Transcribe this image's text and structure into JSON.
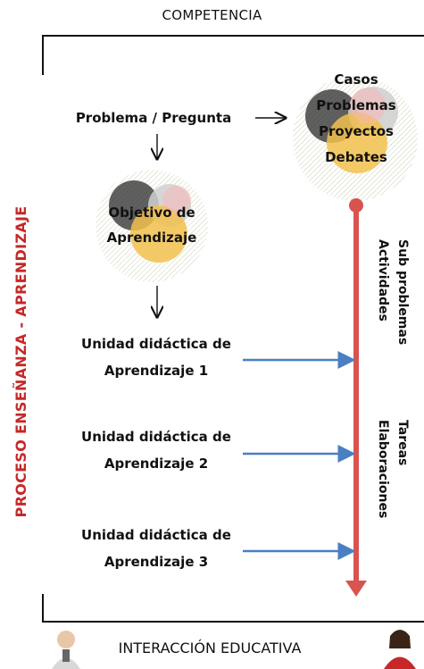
{
  "diagram": {
    "top_title": "COMPETENCIA",
    "bottom_title": "INTERACCIÓN EDUCATIVA",
    "left_label": "PROCESO ENSEÑANZA - APRENDIZAJE",
    "problem_label": "Problema / Pregunta",
    "right_circle_lines": [
      "Casos",
      "Problemas",
      "Proyectos",
      "Debates"
    ],
    "left_circle_lines": [
      "Objetivo de",
      "Aprendizaje"
    ],
    "units": [
      {
        "line1": "Unidad didáctica de",
        "line2": "Aprendizaje 1"
      },
      {
        "line1": "Unidad didáctica de",
        "line2": "Aprendizaje 2"
      },
      {
        "line1": "Unidad didáctica de",
        "line2": "Aprendizaje 3"
      }
    ],
    "side_column_1": [
      "Sub problemas",
      "Actividades"
    ],
    "side_column_2": [
      "Tareas",
      "Elaboraciones"
    ],
    "colors": {
      "red_line": "#d9534f",
      "blue_arrow": "#4a7fc1",
      "left_label": "#c62828"
    }
  }
}
